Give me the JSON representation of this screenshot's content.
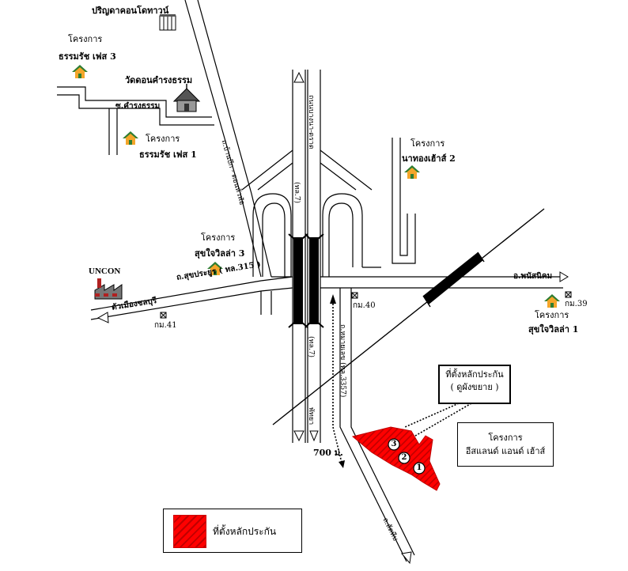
{
  "labels": {
    "tower": "ปริญดาคอนโดทาวน์",
    "temple": "วัดดอนคำรงธรรม",
    "soi_damrong": "ซ.คำรงธรรม",
    "tharm3_a": "โครงการ",
    "tharm3_b": "ธรรมรัช เฟส 3",
    "tharm1_a": "โครงการ",
    "tharm1_b": "ธรรมรัช เฟส 1",
    "nathong_a": "โครงการ",
    "nathong_b": "นาทองเฮ้าส์ 2",
    "suk3_a": "โครงการ",
    "suk3_b": "สุขใจวิลล่า 3",
    "suk1_a": "โครงการ",
    "suk1_b": "สุขใจวิลล่า 1",
    "uncon": "UNCON",
    "road_sukprayoon": "ถ.สุขประยูร ( ทล.315 )",
    "road_chonburi": "ตัวเมืองชลบุรี",
    "road_phanat": "อ.พนัสนิคม",
    "km41": "กม.41",
    "km40": "กม.40",
    "km39": "กม.39",
    "road_bantuek": "ถ.บ้านบึก - ดอนหัวฬ่อ",
    "road_bangna": "ถนนบางนา-ตราด",
    "hw7_top": "(ทล.7)",
    "hw7_bottom": "(ทล.7)",
    "pattaya": "พัทยา",
    "road_3357": "ถ.หมายเลข (ทล.3357)",
    "road_bottom": "ถ.สัตหีบ",
    "distance": "700 ม.",
    "collateral_line1": "ที่ตั้งหลักประกัน",
    "collateral_line2": "( ดูผังขยาย )",
    "project_line1": "โครงการ",
    "project_line2": "อีสแลนด์ แอนด์ เฮ้าส์",
    "plot_1": "1",
    "plot_2": "2",
    "plot_3": "3",
    "legend_label": "ที่ตั้งหลักประกัน"
  },
  "colors": {
    "collateral_fill": "#ff0000",
    "collateral_stripe": "#c00000",
    "house_roof": "#2e7d32",
    "house_body": "#f4a62a"
  },
  "icons": [
    "house-icon",
    "building-icon",
    "temple-icon",
    "factory-icon",
    "km-marker-icon",
    "arrow-icon"
  ]
}
